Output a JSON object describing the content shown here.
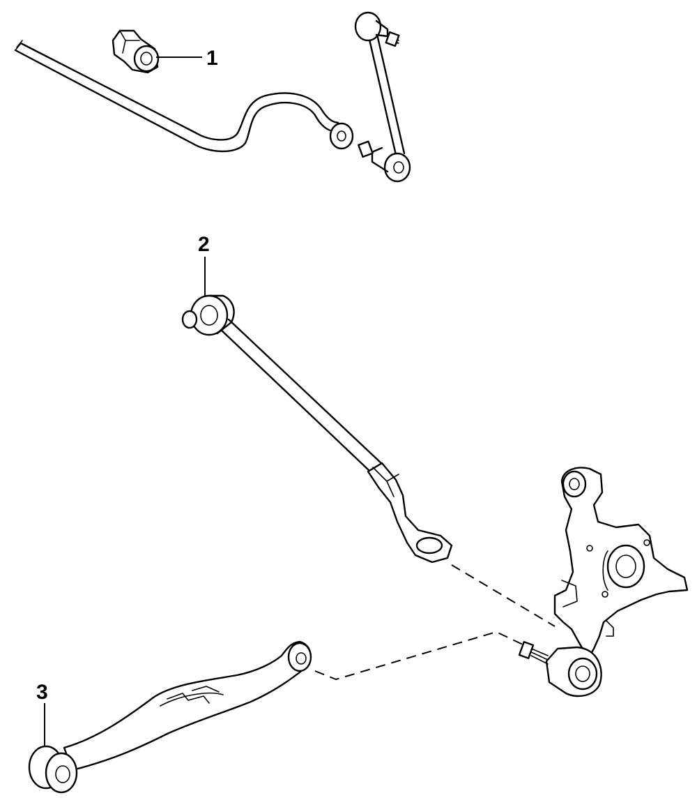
{
  "callouts": [
    {
      "id": "bushing",
      "label": "1"
    },
    {
      "id": "lateral-link",
      "label": "2"
    },
    {
      "id": "trailing-arm",
      "label": "3"
    }
  ],
  "colors": {
    "ink": "#000000",
    "background": "#ffffff"
  }
}
